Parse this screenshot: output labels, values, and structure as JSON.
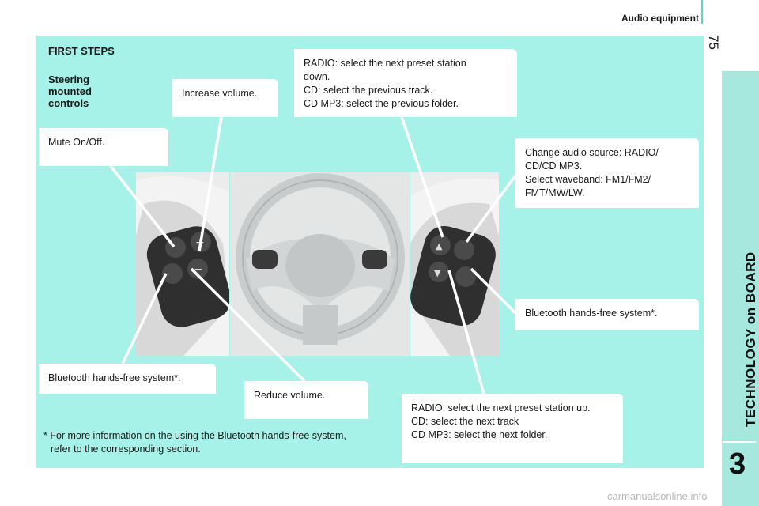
{
  "header": {
    "section": "Audio equipment",
    "page_number": "75"
  },
  "sidebar": {
    "chapter_title": "TECHNOLOGY on BOARD",
    "chapter_number": "3"
  },
  "content": {
    "title": "FIRST STEPS",
    "subtitle": "Steering mounted controls",
    "callouts": {
      "increase_volume": [
        "Increase volume."
      ],
      "mute": [
        "Mute On/Off."
      ],
      "preset_down": [
        "RADIO: select the next preset station",
        "down.",
        "CD: select the previous track.",
        "CD MP3: select the previous folder."
      ],
      "change_source": [
        "Change audio source: RADIO/",
        "CD/CD MP3.",
        "Select waveband: FM1/FM2/",
        "FMT/MW/LW."
      ],
      "bluetooth_right": [
        "Bluetooth hands-free system*."
      ],
      "bluetooth_left": [
        "Bluetooth hands-free system*."
      ],
      "reduce_volume": [
        "Reduce volume."
      ],
      "preset_up": [
        "RADIO: select the next preset station up.",
        "CD: select the next track",
        "CD MP3: select the next folder."
      ]
    },
    "footnote": [
      "* For more information on the using the Bluetooth hands-free system,",
      "refer to the corresponding section."
    ]
  },
  "watermark": "carmanualsonline.info",
  "colors": {
    "panel": "#a6f2e8",
    "side_band": "#a6e8de",
    "accent_rule": "#5fd3c6"
  }
}
